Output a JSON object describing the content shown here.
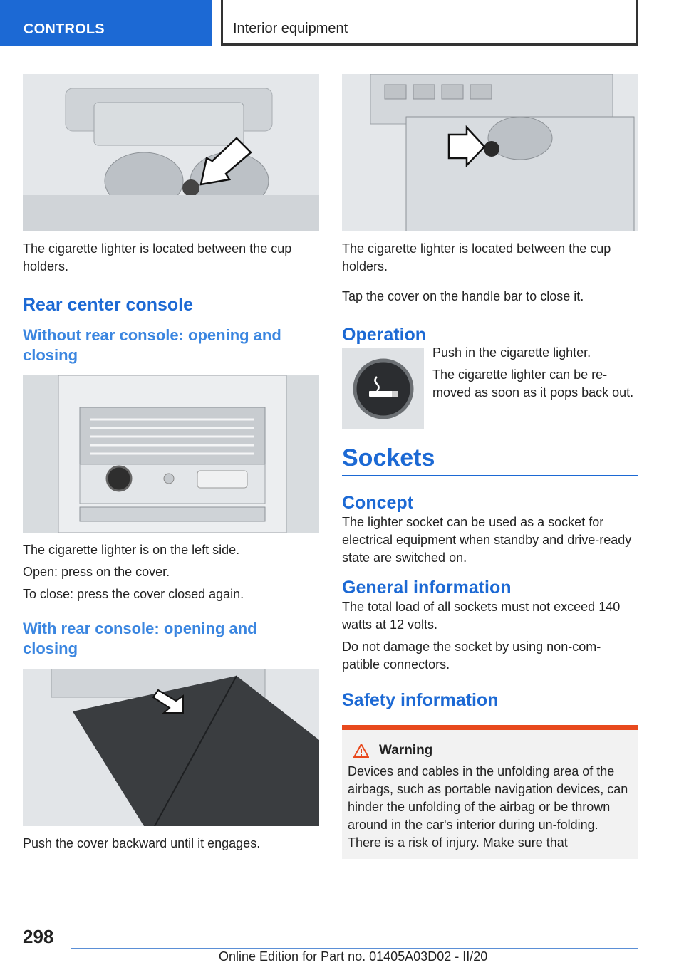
{
  "header": {
    "section": "CONTROLS",
    "title": "Interior equipment"
  },
  "left": {
    "caption1": "The cigarette lighter is located between the cup holders.",
    "heading_rear": "Rear center console",
    "sub_without": "Without rear console: opening and closing",
    "para_left_side": "The cigarette lighter is on the left side.",
    "para_open": "Open: press on the cover.",
    "para_close": "To close: press the cover closed again.",
    "sub_with": "With rear console: opening and closing",
    "para_push": "Push the cover backward until it engages."
  },
  "right": {
    "caption1": "The cigarette lighter is located between the cup holders.",
    "para_tap": "Tap the cover on the handle bar to close it.",
    "heading_operation": "Operation",
    "op_push": "Push in the cigarette lighter.",
    "op_removed": "The cigarette lighter can be re-moved as soon as it pops back out.",
    "heading_sockets": "Sockets",
    "heading_concept": "Concept",
    "para_concept": "The lighter socket can be used as a socket for electrical equipment when standby and drive-ready state are switched on.",
    "heading_general": "General information",
    "para_load": "The total load of all sockets must not exceed 140 watts at 12 volts.",
    "para_damage": "Do not damage the socket by using non-com-patible connectors.",
    "heading_safety": "Safety information",
    "warning_label": "Warning",
    "warning_text": "Devices and cables in the unfolding area of the airbags, such as portable navigation devices, can hinder the unfolding of the airbag or be thrown around in the car's interior during un-folding. There is a risk of injury. Make sure that"
  },
  "footer": {
    "page_number": "298",
    "edition": "Online Edition for Part no. 01405A03D02 - II/20"
  },
  "colors": {
    "accent": "#1c69d4",
    "warning": "#e8491d"
  },
  "icons": [
    "warning-triangle-icon",
    "cigarette-lighter-icon",
    "arrow-icon"
  ]
}
